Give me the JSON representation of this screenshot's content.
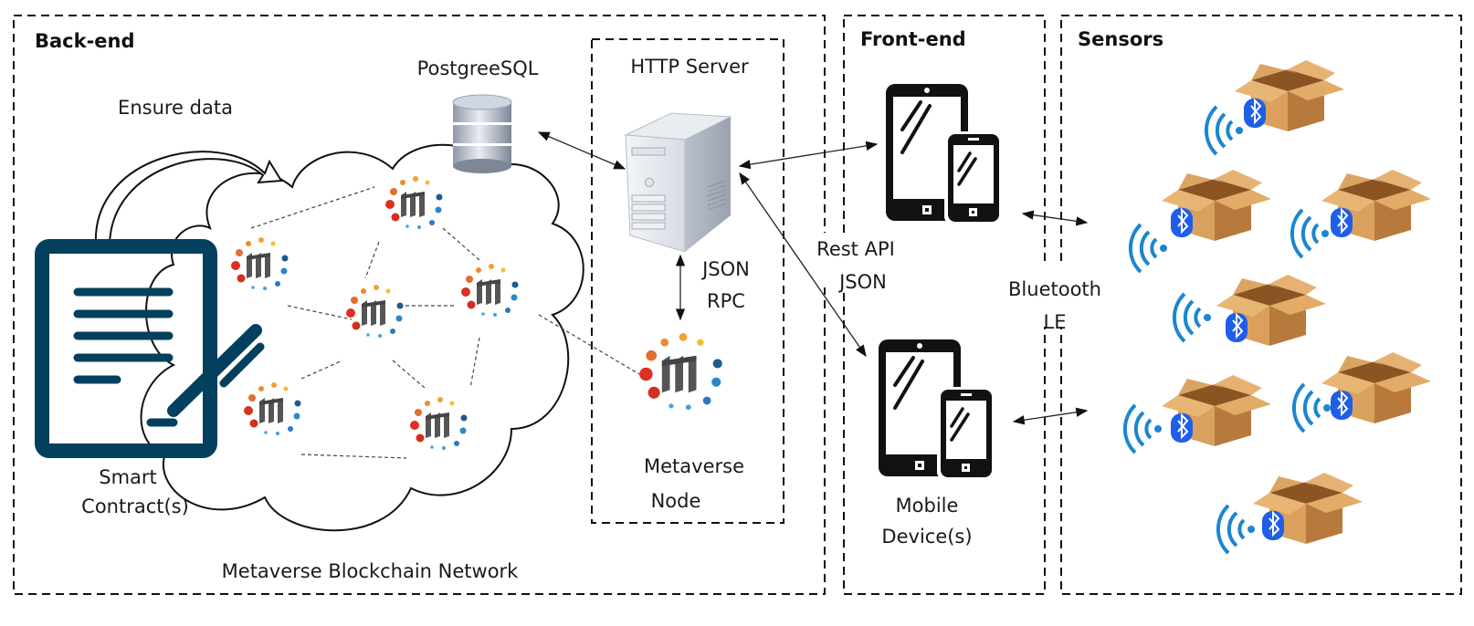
{
  "sections": {
    "backend": {
      "title": "Back-end"
    },
    "http_server": {
      "title": "HTTP Server"
    },
    "frontend": {
      "title": "Front-end"
    },
    "sensors": {
      "title": "Sensors"
    }
  },
  "components": {
    "database": {
      "label": "PostgreeSQL",
      "icon": "database-icon"
    },
    "ensure_data": {
      "label": "Ensure data",
      "icon": "curved-arrow-icon"
    },
    "smart_contract": {
      "label_line1": "Smart",
      "label_line2": "Contract(s)",
      "icon": "contract-document-icon"
    },
    "blockchain_network": {
      "label": "Metaverse Blockchain Network",
      "node_count": 6,
      "icon": "metaverse-node-icon"
    },
    "server": {
      "icon": "server-tower-icon"
    },
    "json_rpc": {
      "line1": "JSON",
      "line2": "RPC"
    },
    "metaverse_node": {
      "label_line1": "Metaverse",
      "label_line2": "Node"
    },
    "rest_api": {
      "line1": "Rest API",
      "line2": "JSON"
    },
    "mobile_devices": {
      "label_line1": "Mobile",
      "label_line2": "Device(s)",
      "icon": "mobile-devices-icon"
    },
    "bluetooth": {
      "line1": "Bluetooth",
      "line2": "LE"
    },
    "sensor_boxes": {
      "count": 7,
      "icon": "bluetooth-box-icon"
    }
  },
  "colors": {
    "contract": "#03405e",
    "bluetooth": "#1f5ee8",
    "wifi": "#1a86d1",
    "box": "#d59a55",
    "box_dark": "#a86c32"
  }
}
